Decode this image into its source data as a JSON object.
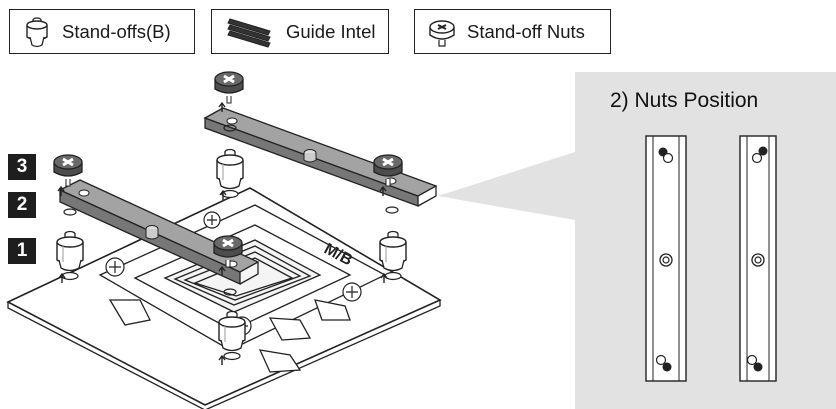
{
  "legend": {
    "standoffs_label": "Stand-offs(B)",
    "guide_label": "Guide Intel",
    "nuts_label": "Stand-off Nuts"
  },
  "steps": [
    "3",
    "2",
    "1"
  ],
  "detail_panel": {
    "title": "2) Nuts Position"
  },
  "board_label": "M/B",
  "icons": {
    "standoff": "standoff-icon",
    "guide": "guide-bars-icon",
    "nut": "standoff-nut-icon"
  },
  "colors": {
    "panel_bg": "#e2e2e2",
    "bar_fill": "#8a8a8a",
    "nut_fill": "#5a5a5a",
    "badge_bg": "#1e1e1e"
  }
}
